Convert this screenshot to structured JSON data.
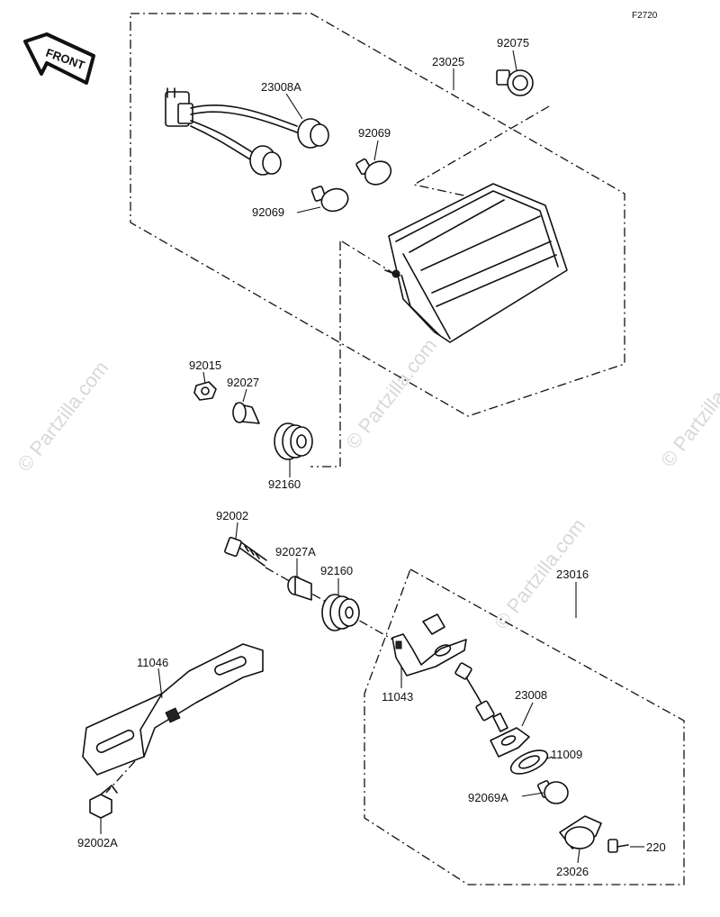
{
  "diagram": {
    "code": "F2720",
    "front_label": "FRONT",
    "watermark": "© Partzilla.com",
    "parts": {
      "p23025": "23025",
      "p92075": "92075",
      "p23008A": "23008A",
      "p92069_top": "92069",
      "p92069_left": "92069",
      "p92015": "92015",
      "p92027": "92027",
      "p92160_top": "92160",
      "p92002": "92002",
      "p92027A": "92027A",
      "p92160_mid": "92160",
      "p23016": "23016",
      "p11046": "11046",
      "p11043": "11043",
      "p23008": "23008",
      "p11009": "11009",
      "p92069A": "92069A",
      "p92002A": "92002A",
      "p220": "220",
      "p23026": "23026"
    }
  }
}
